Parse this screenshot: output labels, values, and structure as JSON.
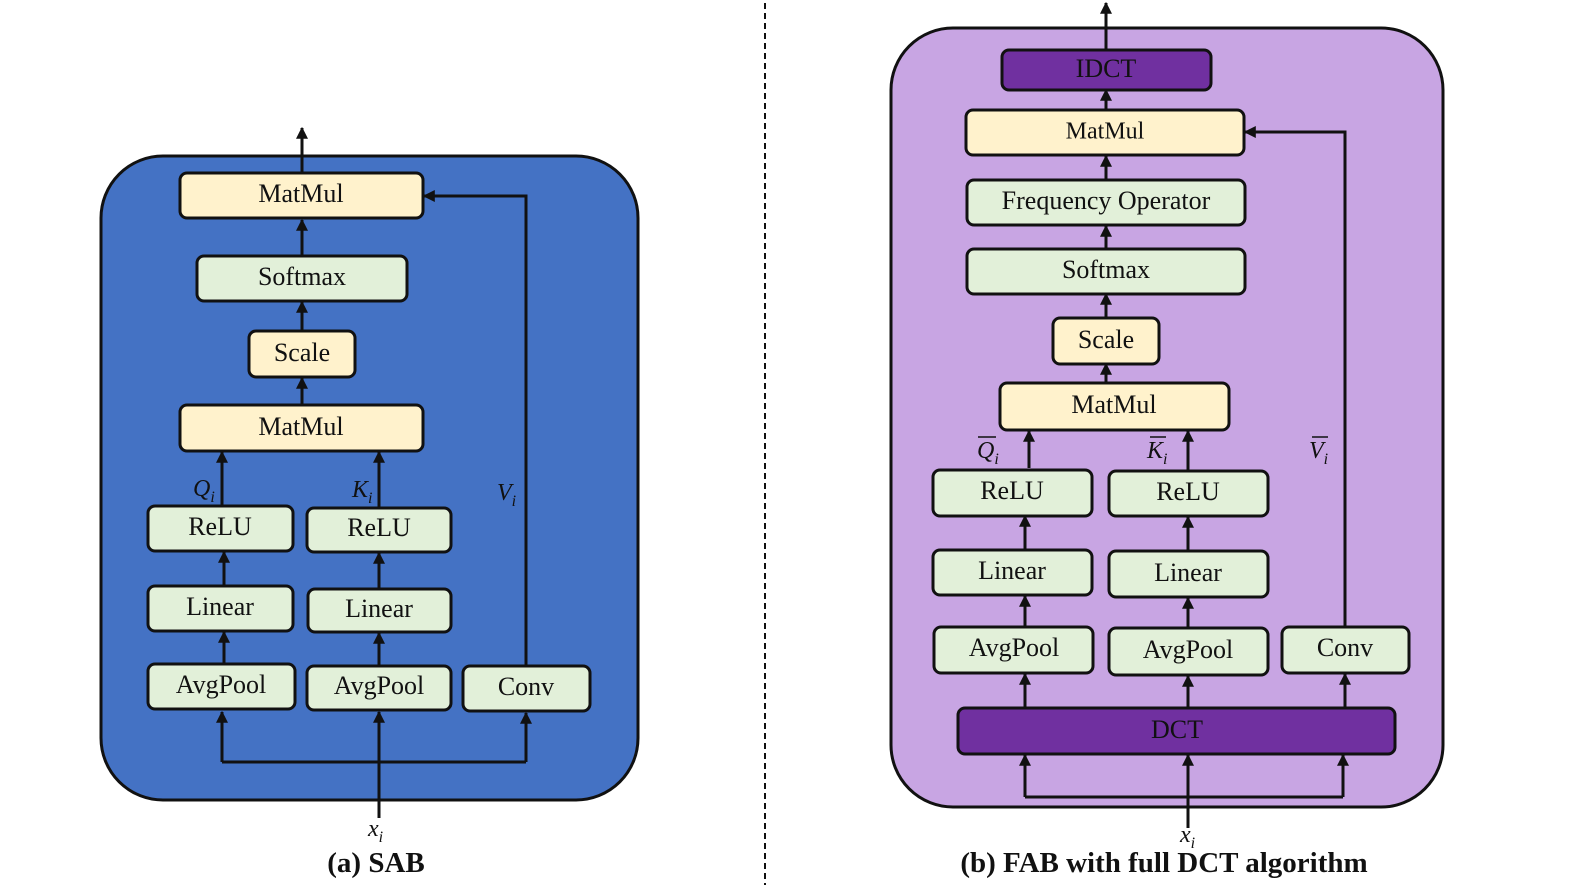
{
  "left_panel": {
    "caption": "(a) SAB",
    "input_label": "x",
    "input_sub": "i",
    "boxes": {
      "matmul_top": "MatMul",
      "softmax": "Softmax",
      "scale": "Scale",
      "matmul_bottom": "MatMul",
      "relu_q": "ReLU",
      "relu_k": "ReLU",
      "linear_q": "Linear",
      "linear_k": "Linear",
      "avgpool_q": "AvgPool",
      "avgpool_k": "AvgPool",
      "conv": "Conv"
    },
    "labels": {
      "q": "Q",
      "q_sub": "i",
      "k": "K",
      "k_sub": "i",
      "v": "V",
      "v_sub": "i"
    }
  },
  "right_panel": {
    "caption": "(b) FAB with full DCT algorithm",
    "input_label": "x",
    "input_sub": "i",
    "boxes": {
      "idct": "IDCT",
      "matmul_top": "MatMul",
      "frequency_operator": "Frequency Operator",
      "softmax": "Softmax",
      "scale": "Scale",
      "matmul_bottom": "MatMul",
      "relu_q": "ReLU",
      "relu_k": "ReLU",
      "linear_q": "Linear",
      "linear_k": "Linear",
      "avgpool_q": "AvgPool",
      "avgpool_k": "AvgPool",
      "conv": "Conv",
      "dct": "DCT"
    },
    "labels": {
      "q": "Q",
      "q_sub": "i",
      "k": "K",
      "k_sub": "i",
      "v": "V",
      "v_sub": "i"
    }
  },
  "colors": {
    "sab_background": "#4472C4",
    "fab_background": "#C8A5E3",
    "yellow_box": "#FFF2CC",
    "green_box": "#E2F0D9",
    "dark_purple_box": "#7030A0"
  }
}
